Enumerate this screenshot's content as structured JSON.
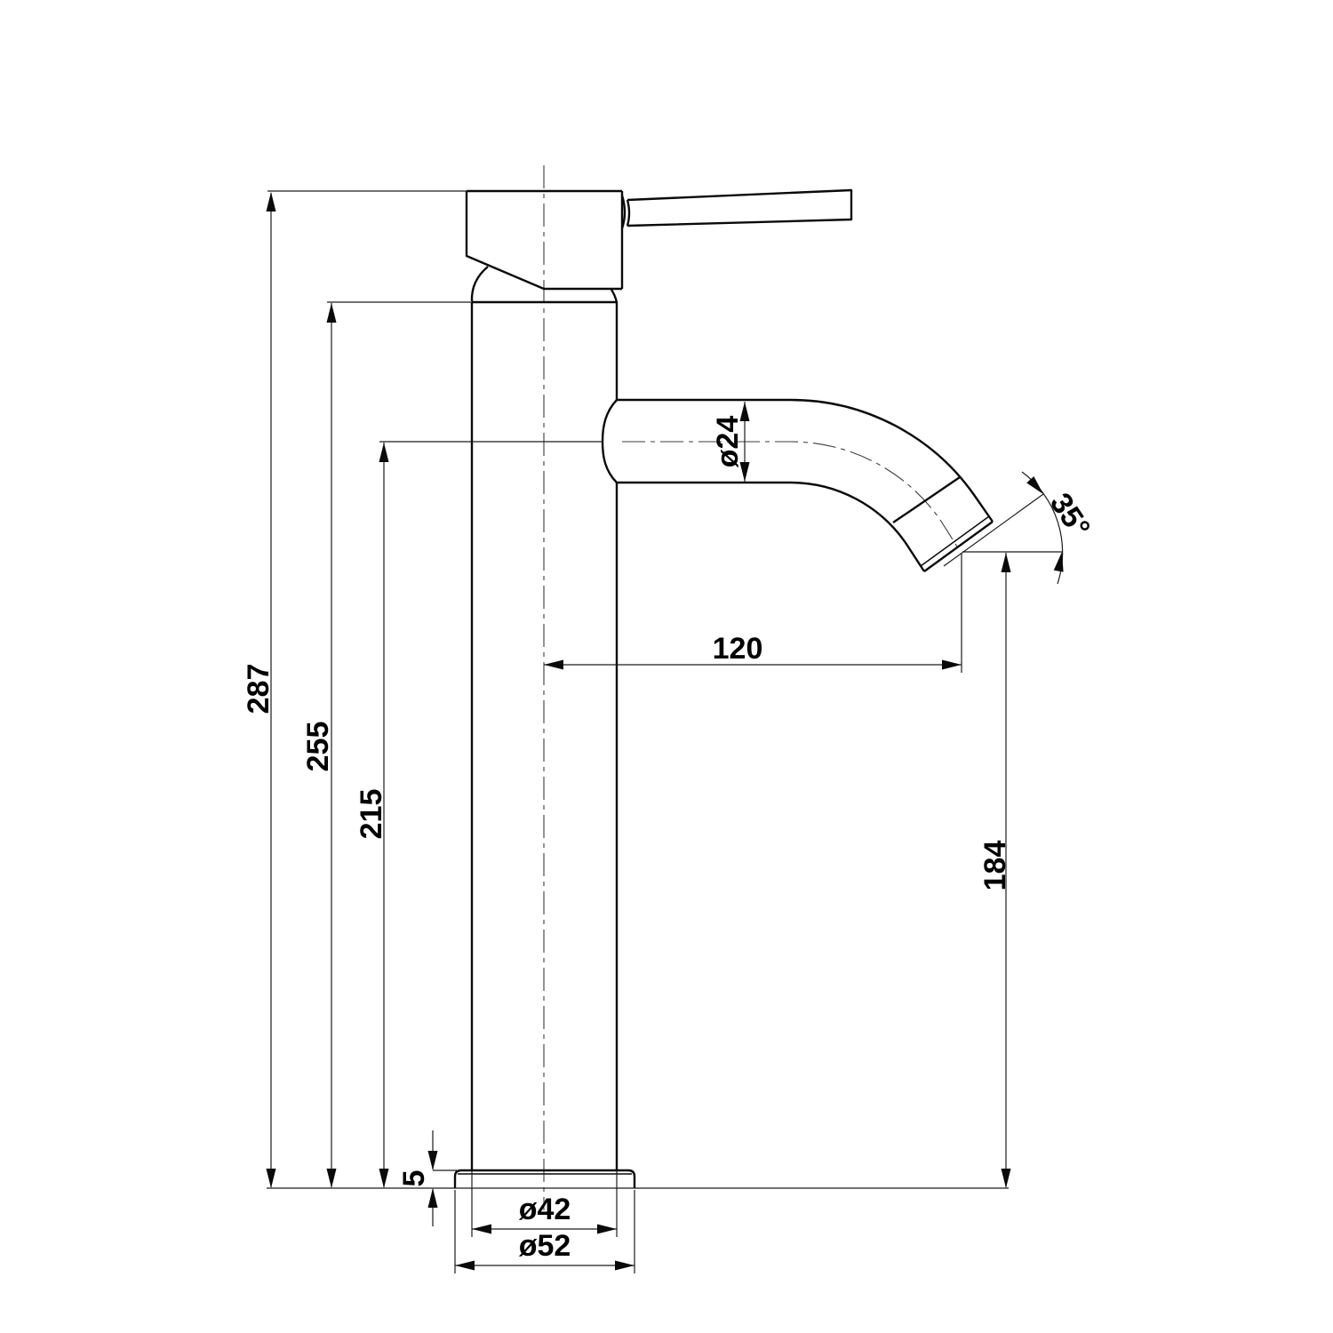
{
  "drawing": {
    "subject": "single-lever tall basin mixer tap, side elevation",
    "style": {
      "background": "#ffffff",
      "line_color": "#0a0a0a"
    },
    "dimensions": {
      "total_height": "287",
      "body_top_height": "255",
      "spout_center_height": "215",
      "base_plate_thickness": "5",
      "body_diameter": "ø42",
      "base_diameter": "ø52",
      "spout_reach": "120",
      "outlet_height": "184",
      "spout_diameter": "ø24",
      "outlet_angle": "35°"
    }
  }
}
